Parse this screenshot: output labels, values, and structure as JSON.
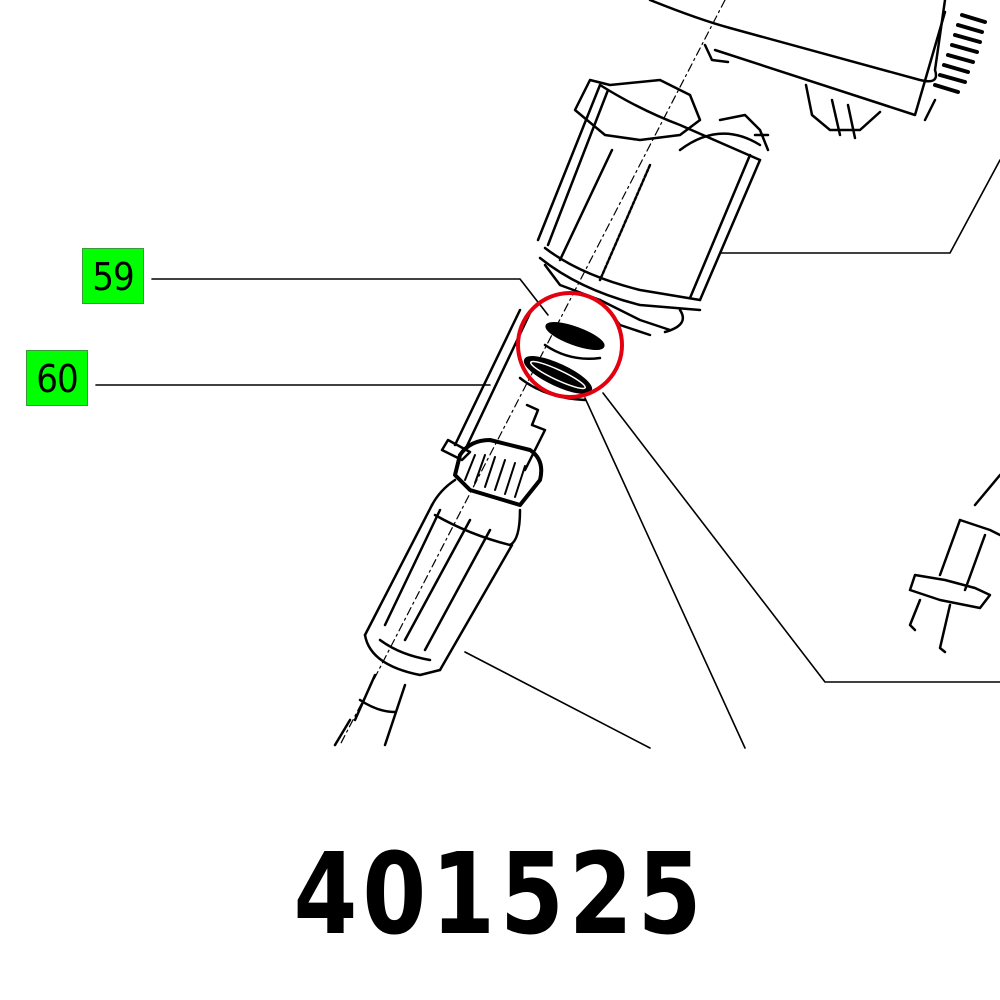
{
  "diagram": {
    "type": "exploded-parts-diagram",
    "subject": "power tool motor assembly (stator, armature, bearings, plug)",
    "callouts": [
      {
        "label": "59",
        "target": "upper-bearing-ring"
      },
      {
        "label": "60",
        "target": "lower-bearing-ring"
      }
    ],
    "highlight": {
      "shape": "circle",
      "color": "#e3000f",
      "target": "bearing-rings"
    },
    "callout_color": "#00ff00"
  },
  "part_number": "401525"
}
